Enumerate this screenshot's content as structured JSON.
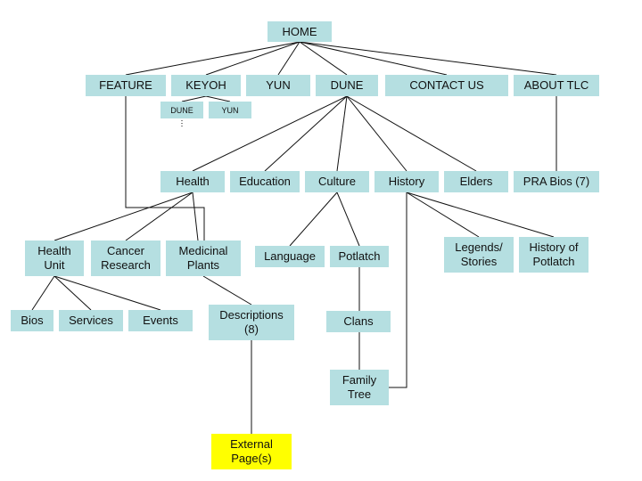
{
  "nodes": {
    "home": "HOME",
    "feature": "FEATURE",
    "keyoh": "KEYOH",
    "yun": "YUN",
    "dune": "DUNE",
    "contact": "CONTACT US",
    "about": "ABOUT TLC",
    "keyoh_dune": "DUNE",
    "keyoh_yun": "YUN",
    "health": "Health",
    "education": "Education",
    "culture": "Culture",
    "history": "History",
    "elders": "Elders",
    "pra_bios": "PRA Bios (7)",
    "health_unit": "Health\nUnit",
    "cancer": "Cancer\nResearch",
    "medicinal": "Medicinal\nPlants",
    "language": "Language",
    "potlatch": "Potlatch",
    "legends": "Legends/\nStories",
    "history_potlatch": "History of\nPotlatch",
    "bios": "Bios",
    "services": "Services",
    "events": "Events",
    "descriptions": "Descriptions\n(8)",
    "clans": "Clans",
    "family_tree": "Family\nTree",
    "external": "External\nPage(s)"
  },
  "colors": {
    "box": "#b5dfe1",
    "external": "#ffff00",
    "line": "#000000"
  }
}
